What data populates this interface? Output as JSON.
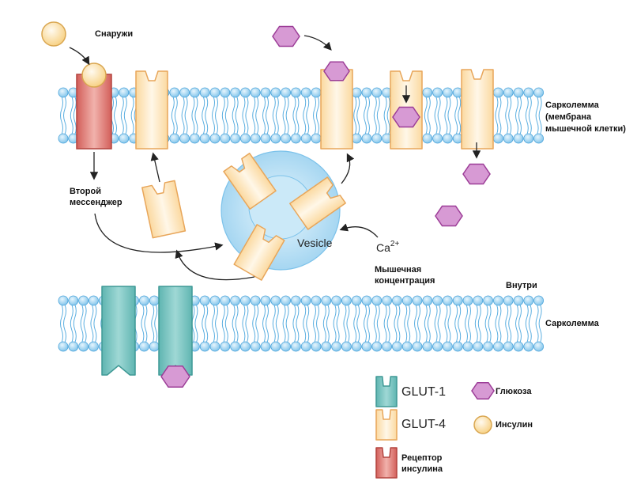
{
  "labels": {
    "outside": "Снаружи",
    "sarcolemma_top": [
      "Сарколемма",
      "(мембрана",
      "мышечной клетки)"
    ],
    "second_messenger": [
      "Второй",
      "мессенджер"
    ],
    "vesicle": "Vesicle",
    "calcium": "Ca",
    "calcium_charge": "2+",
    "muscle_contraction": [
      "Мышечная",
      "концентрация"
    ],
    "inside": "Внутри",
    "sarcolemma_bottom": "Сарколемма"
  },
  "legend": {
    "glut1": "GLUT-1",
    "glut4": "GLUT-4",
    "receptor": [
      "Рецептор",
      "инсулина"
    ],
    "glucose": "Глюкоза",
    "insulin": "Инсулин"
  },
  "colors": {
    "glut1": "#7fc7c4",
    "glut4": "#fde3b4",
    "receptor": "#d9716c",
    "glucose": "#d79ad4",
    "insulin": "#fbe2a8",
    "lipid_head": "#9fd3f0",
    "vesicle": "#bfe3f6"
  }
}
